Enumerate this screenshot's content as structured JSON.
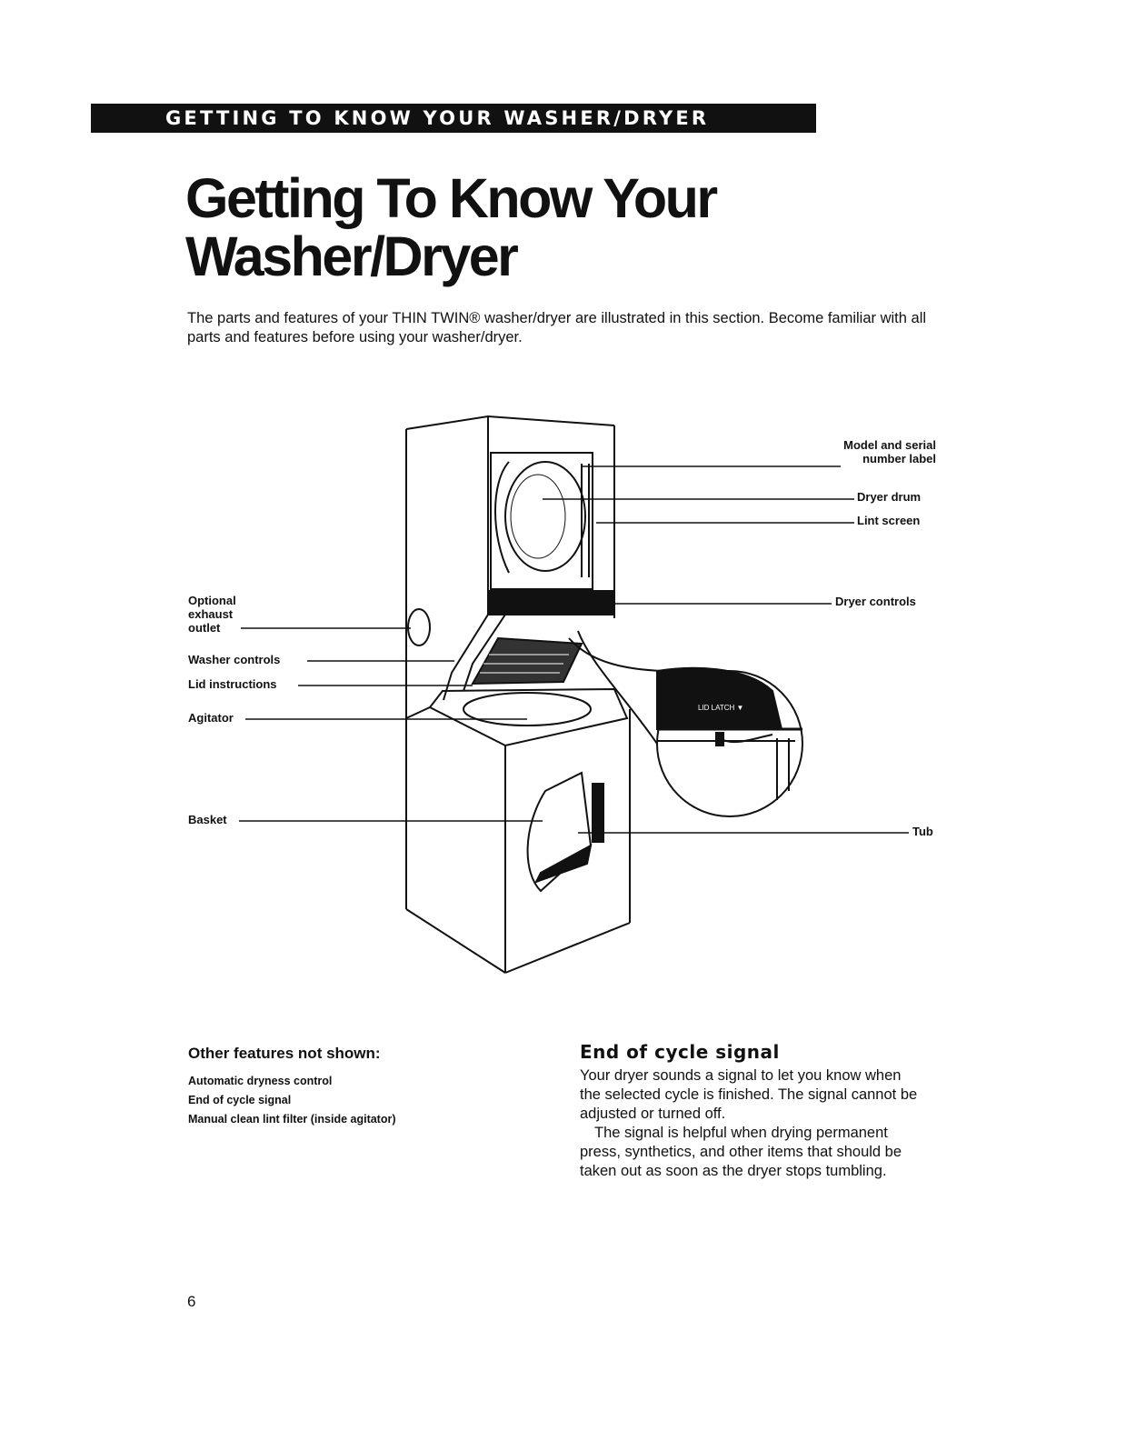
{
  "header": {
    "banner": "GETTING TO KNOW YOUR WASHER/DRYER",
    "title_line1": "Getting To Know Your",
    "title_line2": "Washer/Dryer",
    "intro": "The parts and features of your THIN TWIN® washer/dryer are illustrated in this section. Become familiar with all parts and features before using your washer/dryer."
  },
  "diagram": {
    "callouts_right": {
      "model_serial_line1": "Model and serial",
      "model_serial_line2": "number label",
      "dryer_drum": "Dryer drum",
      "lint_screen": "Lint screen",
      "dryer_controls": "Dryer controls",
      "tub": "Tub"
    },
    "callouts_left": {
      "exhaust_line1": "Optional",
      "exhaust_line2": "exhaust",
      "exhaust_line3": "outlet",
      "washer_controls": "Washer controls",
      "lid_instructions": "Lid instructions",
      "agitator": "Agitator",
      "basket": "Basket"
    },
    "inset_text": "LID LATCH ▼"
  },
  "other_features": {
    "heading": "Other features not shown:",
    "items": [
      "Automatic dryness control",
      "End of cycle signal",
      "Manual clean lint filter (inside agitator)"
    ]
  },
  "end_of_cycle": {
    "heading": "End of cycle signal",
    "paragraph1": "Your dryer sounds a signal to let you know when the selected cycle is finished. The signal cannot be adjusted or turned off.",
    "paragraph2": "The signal is helpful when drying permanent press, synthetics, and other items that should be taken out as soon as the dryer stops tumbling."
  },
  "footer": {
    "page_number": "6"
  }
}
